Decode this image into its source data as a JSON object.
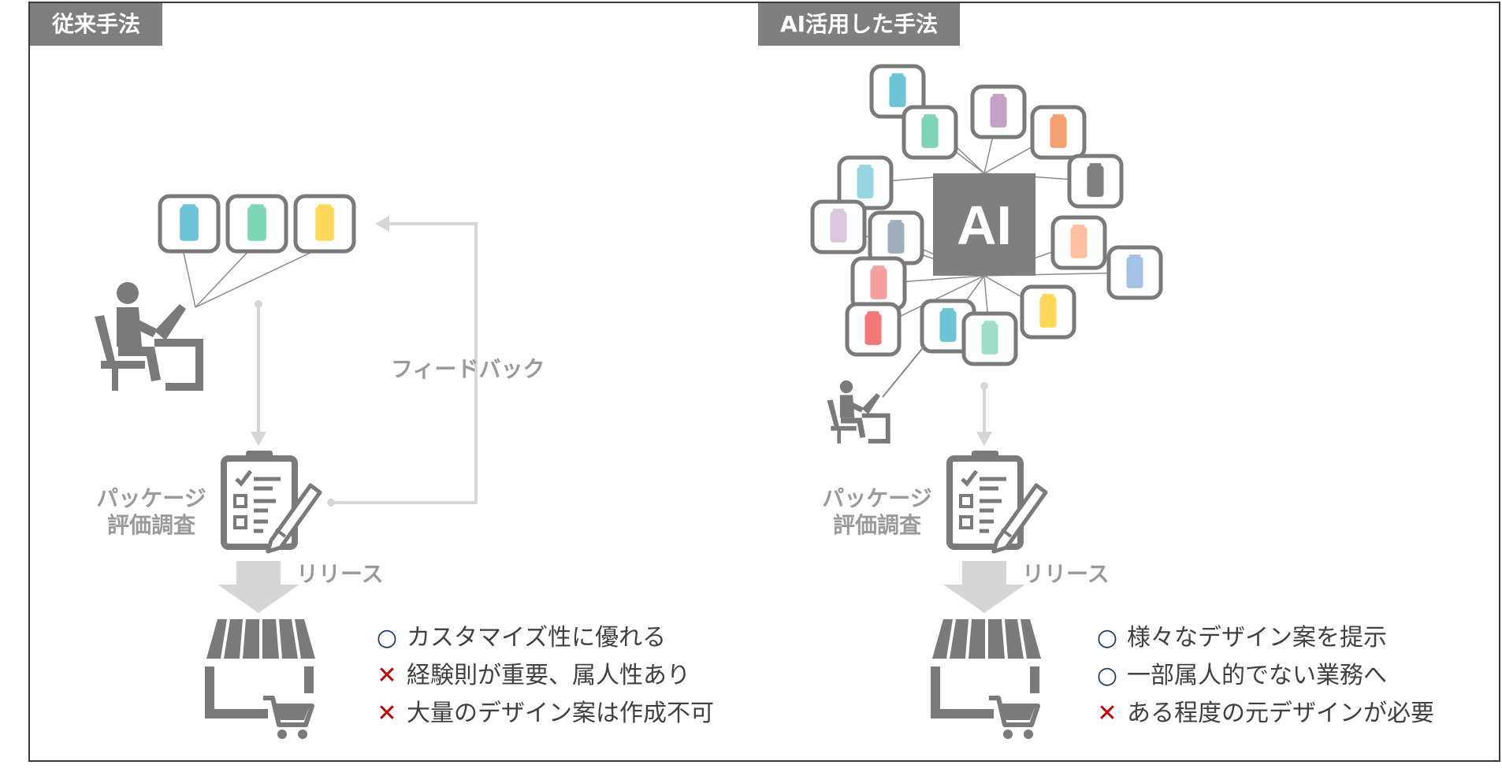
{
  "sections": {
    "left": {
      "title": "従来手法"
    },
    "right": {
      "title": "AI活用した手法"
    }
  },
  "labels": {
    "feedback": "フィードバック",
    "survey_line1": "パッケージ",
    "survey_line2": "評価調査",
    "release": "リリース",
    "ai": "AI"
  },
  "left_points": [
    {
      "mark": "○",
      "type": "good",
      "text": "カスタマイズ性に優れる"
    },
    {
      "mark": "✕",
      "type": "bad",
      "text": "経験則が重要、属人性あり"
    },
    {
      "mark": "✕",
      "type": "bad",
      "text": "大量のデザイン案は作成不可"
    }
  ],
  "right_points": [
    {
      "mark": "○",
      "type": "good",
      "text": "様々なデザイン案を提示"
    },
    {
      "mark": "○",
      "type": "good",
      "text": "一部属人的でない業務へ"
    },
    {
      "mark": "✕",
      "type": "bad",
      "text": "ある程度の元デザインが必要"
    }
  ],
  "icons": {
    "designer": "designer-at-desk-icon",
    "clipboard": "clipboard-checklist-icon",
    "pencil": "pencil-icon",
    "store": "storefront-icon",
    "cart": "shopping-cart-icon",
    "can": "beverage-can-icon",
    "arrow": "down-arrow-icon"
  },
  "colors": {
    "tag_bg": "#7f7f7f",
    "icon_gray": "#7a7a7a",
    "light_gray": "#d0d0d0",
    "good_mark": "#1f3864",
    "bad_mark": "#c00000",
    "ai_box": "#7f7f7f"
  },
  "left_can_colors": [
    "#6cc4d6",
    "#7ed6b6",
    "#ffd85a"
  ],
  "right_can_colors": [
    "#6cc4d6",
    "#7ed6b6",
    "#c4a2c6",
    "#f4a070",
    "#96d6e2",
    "#808080",
    "#dcc8dc",
    "#a0aebc",
    "#ffc0a0",
    "#a4c2e4",
    "#f4a0a0",
    "#ffd85a",
    "#f47878",
    "#6cc4d6",
    "#a0e0ca"
  ]
}
